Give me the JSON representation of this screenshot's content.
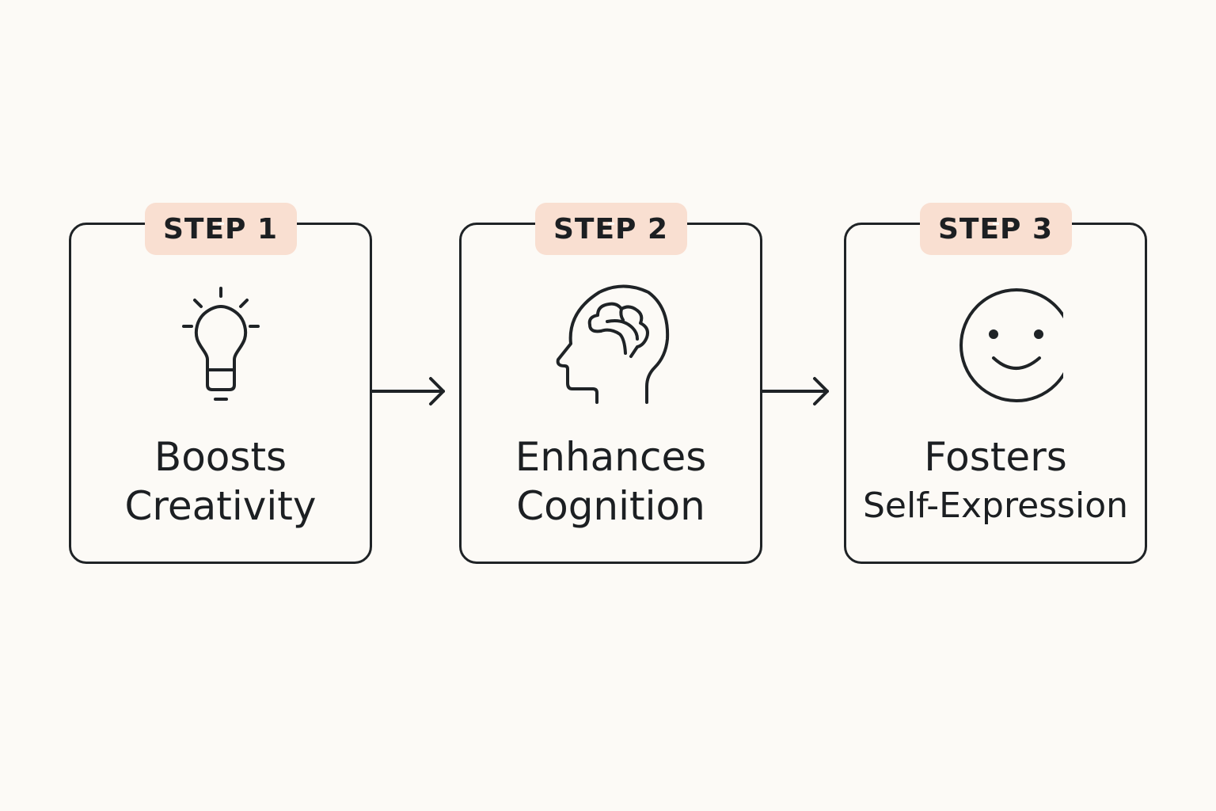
{
  "steps": [
    {
      "badge": "STEP 1",
      "icon": "lightbulb-icon",
      "line1": "Boosts",
      "line2": "Creativity"
    },
    {
      "badge": "STEP 2",
      "icon": "head-brain-icon",
      "line1": "Enhances",
      "line2": "Cognition"
    },
    {
      "badge": "STEP 3",
      "icon": "smiley-face-icon",
      "line1": "Fosters",
      "line2": "Self-Expression"
    }
  ],
  "colors": {
    "badge_bg": "#f9dfd1",
    "stroke": "#1f2326",
    "background": "#fcfaf6"
  }
}
